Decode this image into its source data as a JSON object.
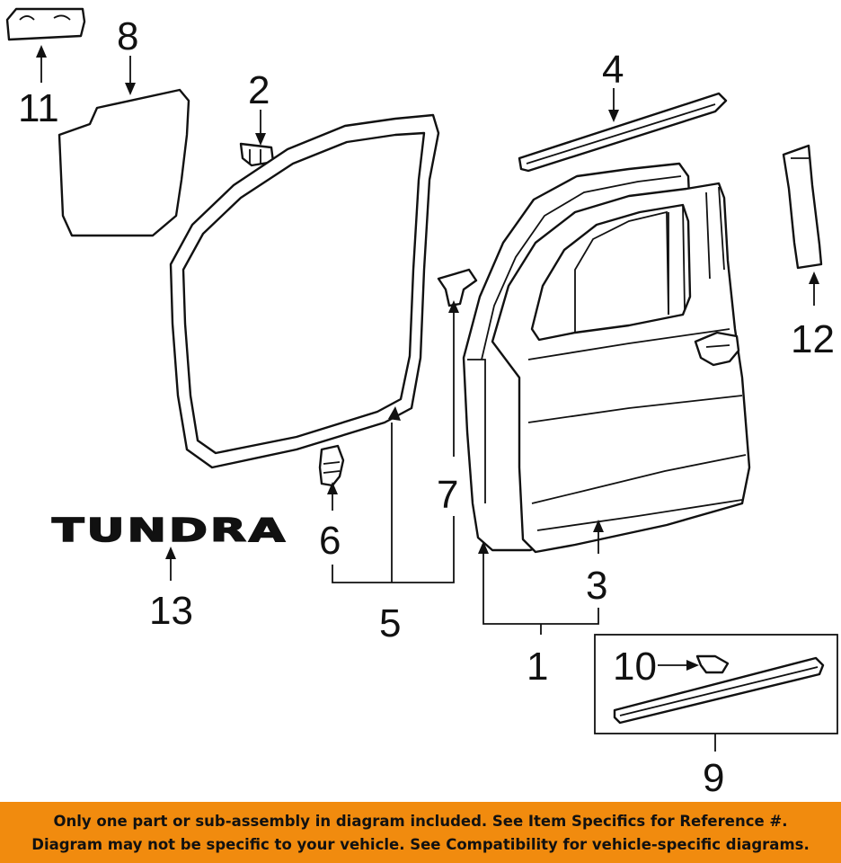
{
  "callouts": {
    "c1": "1",
    "c2": "2",
    "c3": "3",
    "c4": "4",
    "c5": "5",
    "c6": "6",
    "c7": "7",
    "c8": "8",
    "c9": "9",
    "c10": "10",
    "c11": "11",
    "c12": "12",
    "c13": "13"
  },
  "emblem": {
    "text": "TUNDRA"
  },
  "disclaimer": {
    "line1": "Only one part or sub-assembly in diagram included. See Item Specifics for Reference #.",
    "line2": "Diagram may not be specific to your vehicle. See Compatibility for vehicle-specific diagrams."
  },
  "colors": {
    "banner": "#f18b0e",
    "ink": "#111111"
  }
}
